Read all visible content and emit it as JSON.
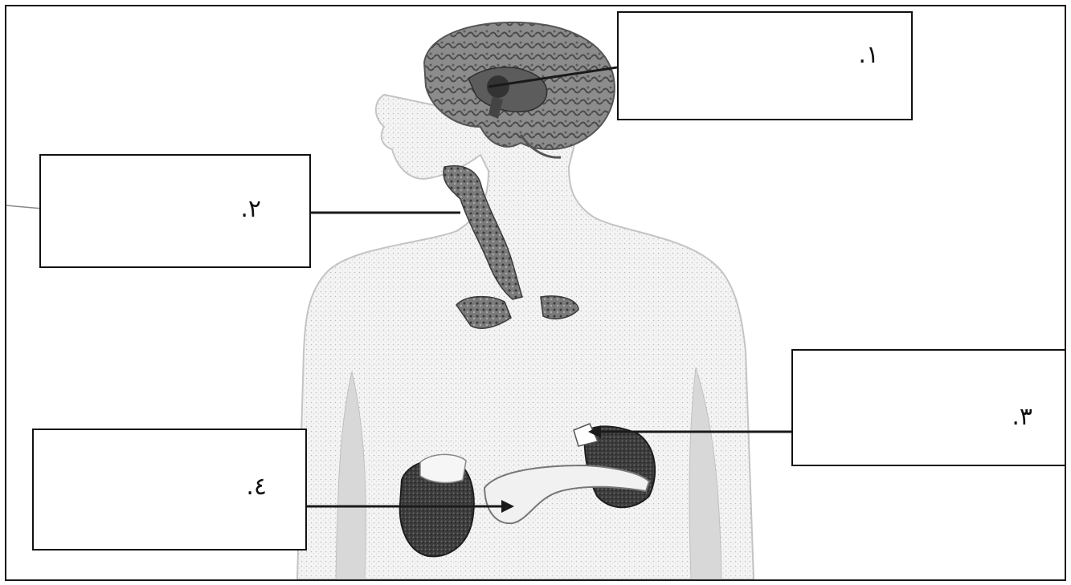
{
  "diagram": {
    "labels": [
      {
        "id": "label-1",
        "number": "١."
      },
      {
        "id": "label-2",
        "number": "٢."
      },
      {
        "id": "label-3",
        "number": "٣."
      },
      {
        "id": "label-4",
        "number": "٤."
      }
    ]
  }
}
